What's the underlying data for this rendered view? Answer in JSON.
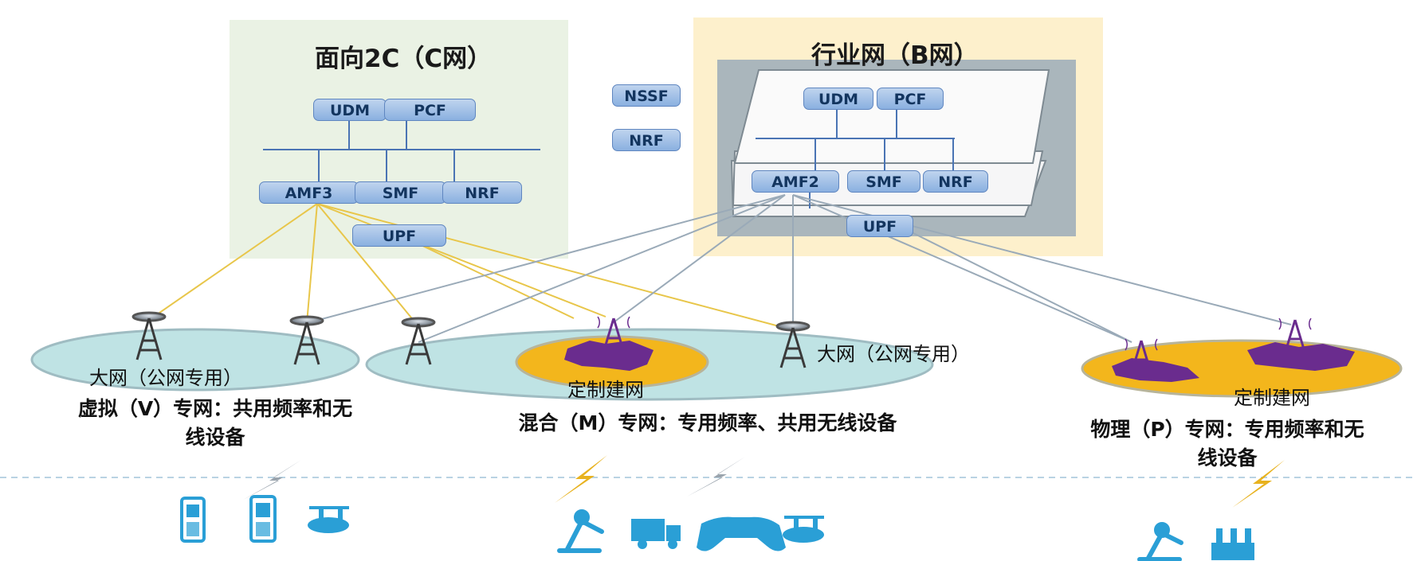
{
  "c_network": {
    "title": "面向2C（C网）",
    "udm": "UDM",
    "pcf": "PCF",
    "amf": "AMF3",
    "smf": "SMF",
    "nrf": "NRF",
    "upf": "UPF"
  },
  "shared": {
    "nssf": "NSSF",
    "nrf": "NRF"
  },
  "b_network": {
    "title": "行业网（B网）",
    "udm": "UDM",
    "pcf": "PCF",
    "amf": "AMF2",
    "smf": "SMF",
    "nrf": "NRF",
    "upf": "UPF"
  },
  "areas": {
    "public_left": "大网（公网专用）",
    "public_mid": "大网（公网专用）",
    "custom_mid": "定制建网",
    "custom_right": "定制建网"
  },
  "captions": {
    "virtual_line1": "虚拟（V）专网：共用频率和无",
    "virtual_line2": "线设备",
    "mixed": "混合（M）专网：专用频率、共用无线设备",
    "physical_line1": "物理（P）专网：专用频率和无",
    "physical_line2": "线设备"
  },
  "colors": {
    "c_panel": "#eaf2e4",
    "b_panel": "#fdf0cc",
    "b_core": "#aab6bc",
    "yellow_link": "#e8c64a",
    "grey_link": "#9aaab8",
    "public_area": "#bfe3e4",
    "custom_area": "#f3b61c",
    "custom_blob": "#6a2c8e",
    "device": "#2a9fd6"
  }
}
